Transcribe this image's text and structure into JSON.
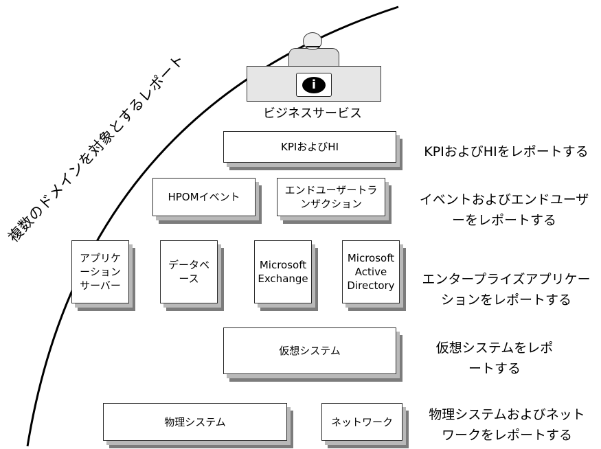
{
  "arc_label": "複数のドメインを対象とするレポート",
  "top_label": "ビジネスサービス",
  "boxes": {
    "kpi": "KPIおよびHI",
    "hpom": "HPOMイベント",
    "enduser": "エンドユーザートランザクション",
    "appserver": "アプリケーションサーバー",
    "database": "データベース",
    "exchange": "Microsoft Exchange",
    "ad": "Microsoft Active Directory",
    "virtual": "仮想システム",
    "physical": "物理システム",
    "network": "ネットワーク"
  },
  "right_labels": {
    "kpi": "KPIおよびHIをレポートする",
    "events_1": "イベントおよびエンドユーザ",
    "events_2": "ーをレポートする",
    "enterprise_1": "エンタープライズアプリケー",
    "enterprise_2": "ションをレポートする",
    "virtual_1": "仮想システムをレポ",
    "virtual_2": "ートする",
    "physical_1": "物理システムおよびネット",
    "physical_2": "ワークをレポートする"
  },
  "icons": {
    "business": "info-icon",
    "user": "user-icon"
  }
}
